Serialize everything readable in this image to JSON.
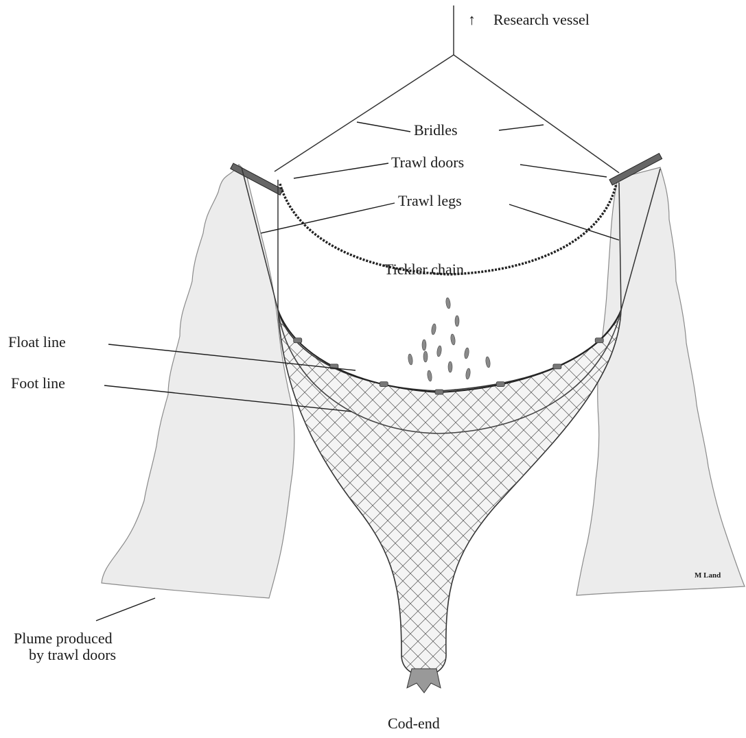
{
  "diagram": {
    "labels": {
      "vessel_arrow": "↑",
      "research_vessel": "Research vessel",
      "bridles": "Bridles",
      "trawl_doors": "Trawl doors",
      "trawl_legs": "Trawl legs",
      "tickler_chain": "Tickler chain",
      "float_line": "Float line",
      "foot_line": "Foot line",
      "plume_line1": "Plume produced",
      "plume_line2": "by trawl doors",
      "cod_end": "Cod-end",
      "signature": "M Land"
    },
    "colors": {
      "ink": "#1a1a1a",
      "plume_fill": "#ececec",
      "plume_edge": "#8a8a8a",
      "net_mesh": "#555555",
      "background": "#ffffff"
    }
  }
}
